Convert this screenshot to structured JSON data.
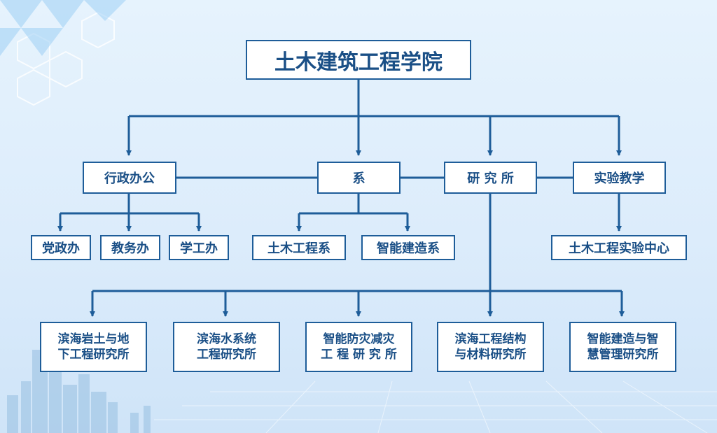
{
  "root": {
    "label": "土木建筑工程学院"
  },
  "level1": [
    {
      "id": "admin",
      "label": "行政办公"
    },
    {
      "id": "dept",
      "label": "系"
    },
    {
      "id": "inst",
      "label": "研 究 所"
    },
    {
      "id": "lab",
      "label": "实验教学"
    }
  ],
  "admin_children": [
    {
      "label": "党政办"
    },
    {
      "label": "教务办"
    },
    {
      "label": "学工办"
    }
  ],
  "dept_children": [
    {
      "label": "土木工程系"
    },
    {
      "label": "智能建造系"
    }
  ],
  "lab_children": [
    {
      "label": "土木工程实验中心"
    }
  ],
  "institutes": [
    {
      "line1": "滨海岩土与地",
      "line2": "下工程研究所"
    },
    {
      "line1": "滨海水系统",
      "line2": "工程研究所"
    },
    {
      "line1": "智能防灾减灾",
      "line2": "工 程 研 究 所"
    },
    {
      "line1": "滨海工程结构",
      "line2": "与材料研究所"
    },
    {
      "line1": "智能建造与智",
      "line2": "慧管理研究所"
    }
  ],
  "colors": {
    "line": "#1e5d99",
    "text": "#1a4f86",
    "box_border": "#1e5d99",
    "background": "#e6f3fd"
  }
}
